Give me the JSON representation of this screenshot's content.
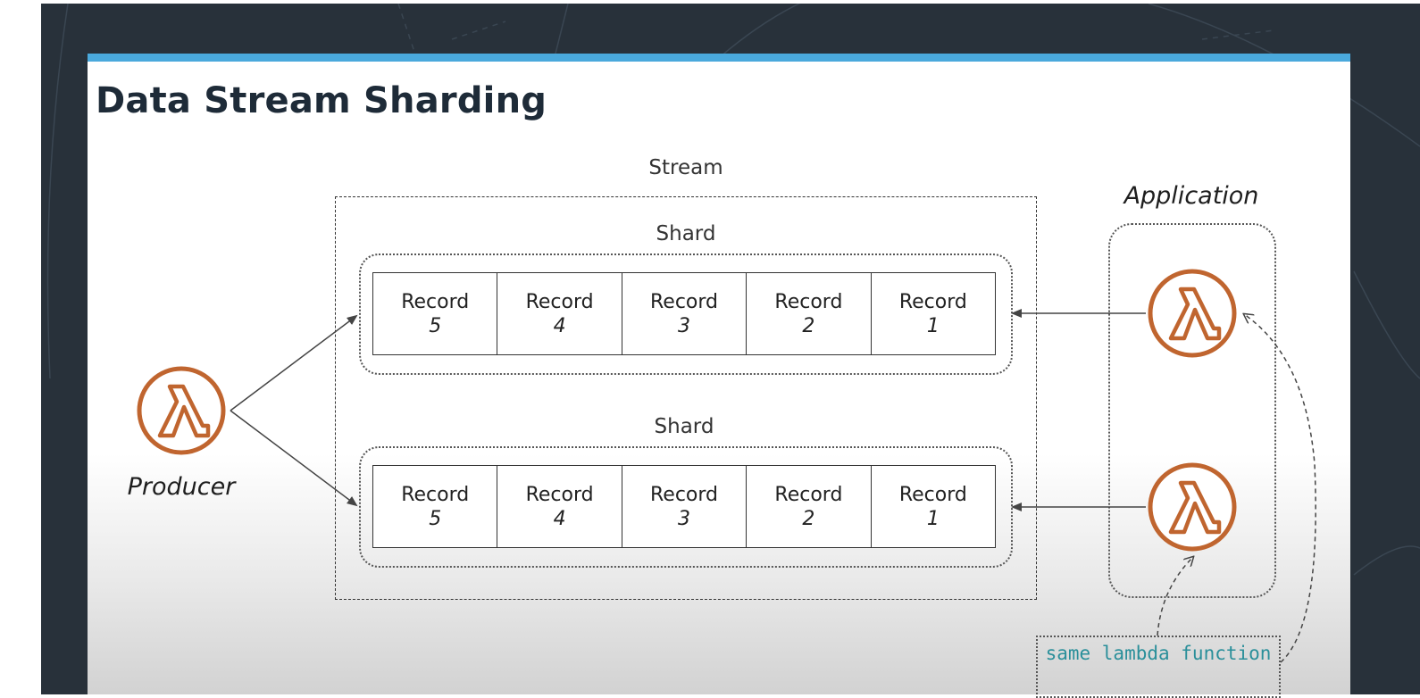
{
  "title": "Data Stream Sharding",
  "stream_label": "Stream",
  "shards": [
    {
      "label": "Shard",
      "records": [
        {
          "label": "Record",
          "num": "5"
        },
        {
          "label": "Record",
          "num": "4"
        },
        {
          "label": "Record",
          "num": "3"
        },
        {
          "label": "Record",
          "num": "2"
        },
        {
          "label": "Record",
          "num": "1"
        }
      ]
    },
    {
      "label": "Shard",
      "records": [
        {
          "label": "Record",
          "num": "5"
        },
        {
          "label": "Record",
          "num": "4"
        },
        {
          "label": "Record",
          "num": "3"
        },
        {
          "label": "Record",
          "num": "2"
        },
        {
          "label": "Record",
          "num": "1"
        }
      ]
    }
  ],
  "producer_label": "Producer",
  "application_label": "Application",
  "note": "same lambda function",
  "colors": {
    "lambda": "#c0652f",
    "accent_bar": "#4aa9dc",
    "note_text": "#2a8f9a",
    "background": "#28313a"
  },
  "icons": [
    "lambda-icon"
  ]
}
